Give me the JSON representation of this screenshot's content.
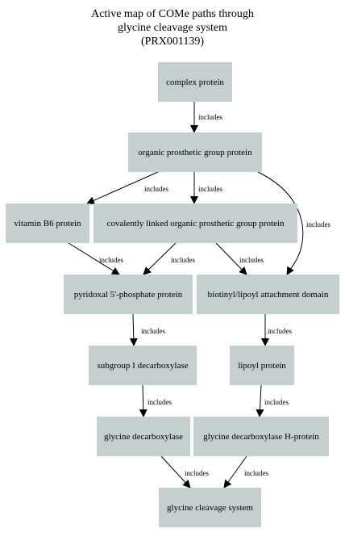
{
  "title": {
    "line1": "Active map of COMe paths through",
    "line2": "glycine cleavage system",
    "line3": "(PRX001139)"
  },
  "colors": {
    "node_fill": "#c5cfcf",
    "edge": "#000000"
  },
  "nodes": {
    "complex_protein": "complex protein",
    "organic_prosthetic_group_protein": "organic prosthetic group protein",
    "vitamin_b6_protein": "vitamin B6 protein",
    "covalently_linked": "covalently linked organic prosthetic group protein",
    "pyridoxal": "pyridoxal 5'-phosphate protein",
    "biotinyl": "biotinyl/lipoyl attachment domain",
    "subgroup_i": "subgroup I decarboxylase",
    "lipoyl_protein": "lipoyl protein",
    "glycine_decarboxylase": "glycine decarboxylase",
    "glycine_h_protein": "glycine decarboxylase H-protein",
    "glycine_cleavage_system": "glycine cleavage system"
  },
  "edge_label": "includes"
}
